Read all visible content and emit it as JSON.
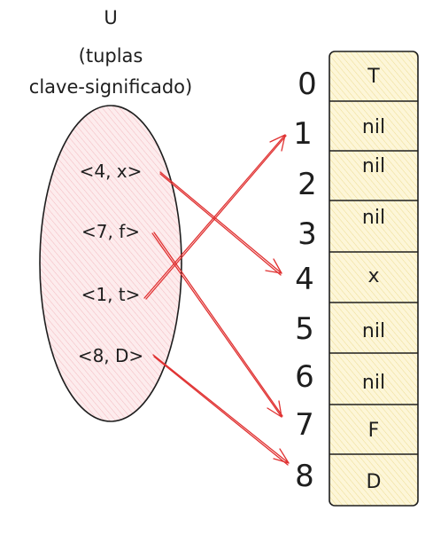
{
  "set": {
    "label": "U",
    "subtitle_lines": [
      "(tuplas",
      "clave-significado)"
    ],
    "pairs": [
      "<4, x>",
      "<7, f>",
      "<1, t>",
      "<8, D>"
    ],
    "fill_color": "#fce4e6"
  },
  "table": {
    "indices": [
      "0",
      "1",
      "2",
      "3",
      "4",
      "5",
      "6",
      "7",
      "8"
    ],
    "cells": [
      "T",
      "nil",
      "nil",
      "nil",
      "x",
      "nil",
      "nil",
      "F",
      "D"
    ],
    "fill_color": "#fdf3c8"
  },
  "arrows": [
    {
      "from": "<4, x>",
      "to": "4"
    },
    {
      "from": "<7, f>",
      "to": "7"
    },
    {
      "from": "<1, t>",
      "to": "1"
    },
    {
      "from": "<8, D>",
      "to": "8"
    }
  ],
  "arrow_color": "#e03131"
}
